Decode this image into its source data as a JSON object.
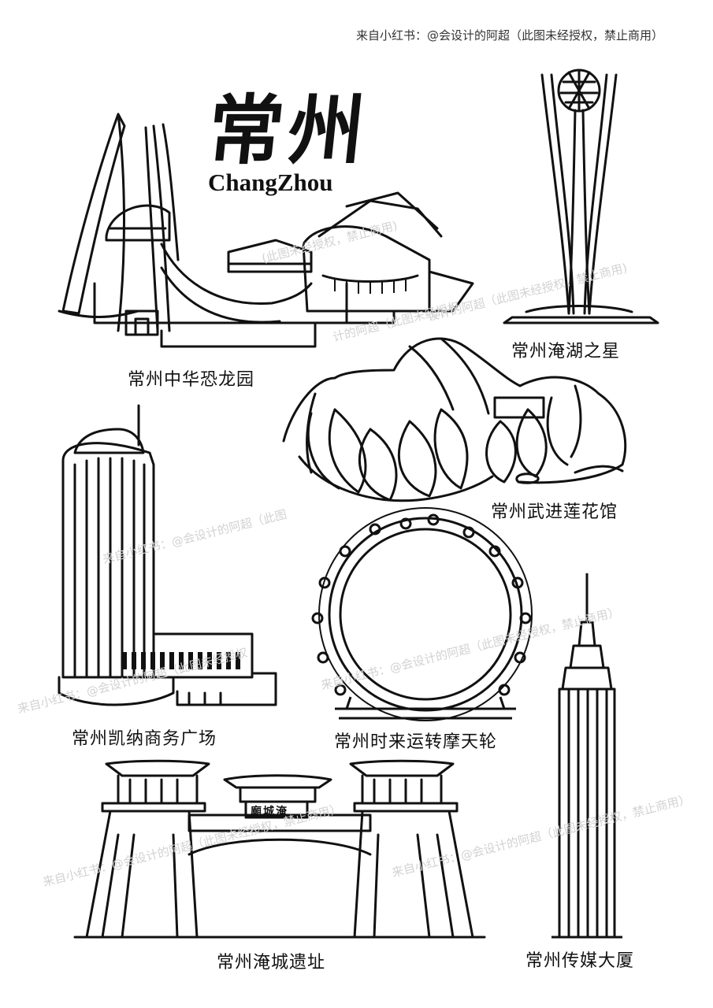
{
  "credit": "来自小红书：@会设计的阿超（此图未经授权，禁止商用）",
  "title_cn": "常州",
  "title_en": "ChangZhou",
  "landmarks": {
    "dinosaur_park": "常州中华恐龙园",
    "lake_star": "常州淹湖之星",
    "lotus_pavilion": "常州武进莲花馆",
    "kaina_plaza": "常州凯纳商务广场",
    "ferris_wheel": "常州时来运转摩天轮",
    "yancheng_ruins": "常州淹城遗址",
    "media_tower": "常州传媒大厦"
  },
  "gate_sign": "廟城淹",
  "watermarks": [
    "(此图未经授权，禁止商用)",
    "计的阿超（此图未经授权",
    "设计的阿超（此图未经授权，禁止商用)",
    "来自小红书：@会设计的阿超（此图",
    "来自小红书：@会设计的阿超（此图未经授权",
    "来自小红书：@会设计的阿超（此图未经授权，禁止商用）",
    "来自小红书：@会设计的阿超（此图未经授权，禁止商用）",
    "来自小红书：@会设计的阿超（此图未经授权，禁止商用）"
  ]
}
